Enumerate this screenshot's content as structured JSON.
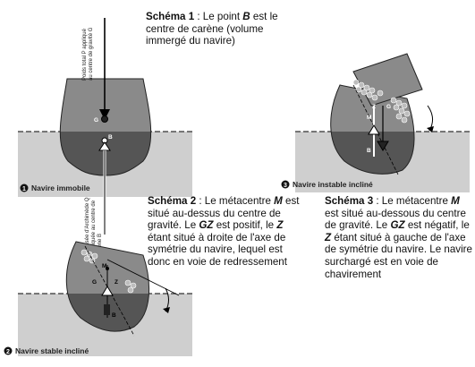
{
  "captions": {
    "c1": {
      "title": "Schéma 1",
      "sep": " : Le point ",
      "point": "B",
      "rest": " est le centre de carène (volume immergé du navire)"
    },
    "c2": {
      "title": "Schéma 2",
      "p1": " : Le métacentre ",
      "m": "M",
      "p2": " est situé au-dessus du centre de gravité. Le ",
      "gz": "GZ",
      "p3": " est positif, le ",
      "z": "Z",
      "p4": " étant situé à droite de l'axe de symétrie du navire, lequel est donc en voie de redressement"
    },
    "c3": {
      "title": "Schéma 3",
      "p1": " : Le métacentre ",
      "m": "M",
      "p2": " est situé au-dessous du centre de gravité. Le ",
      "gz": "GZ",
      "p3": " est négatif, le ",
      "z": "Z",
      "p4": " étant situé à gauche de l'axe de symétrie du navire. Le navire surchargé est en voie de chavirement"
    }
  },
  "panels": {
    "p1": {
      "num": "1",
      "label": "Navire immobile"
    },
    "p2": {
      "num": "2",
      "label": "Navire stable incliné"
    },
    "p3": {
      "num": "3",
      "label": "Navire instable incliné"
    }
  },
  "arrows": {
    "weight": [
      "Poids total P appliqué",
      "au centre de gravité G"
    ],
    "buoyancy": [
      "Poussée d'Archimède Q",
      "appliquée au centre de",
      "carène B"
    ]
  },
  "points": {
    "G": "G",
    "B": "B",
    "M": "M",
    "Z": "Z"
  },
  "colors": {
    "water": "#cfcfcf",
    "hull_upper": "#8a8a8a",
    "hull_lower": "#555555",
    "cargo": "#bdbdbd"
  }
}
